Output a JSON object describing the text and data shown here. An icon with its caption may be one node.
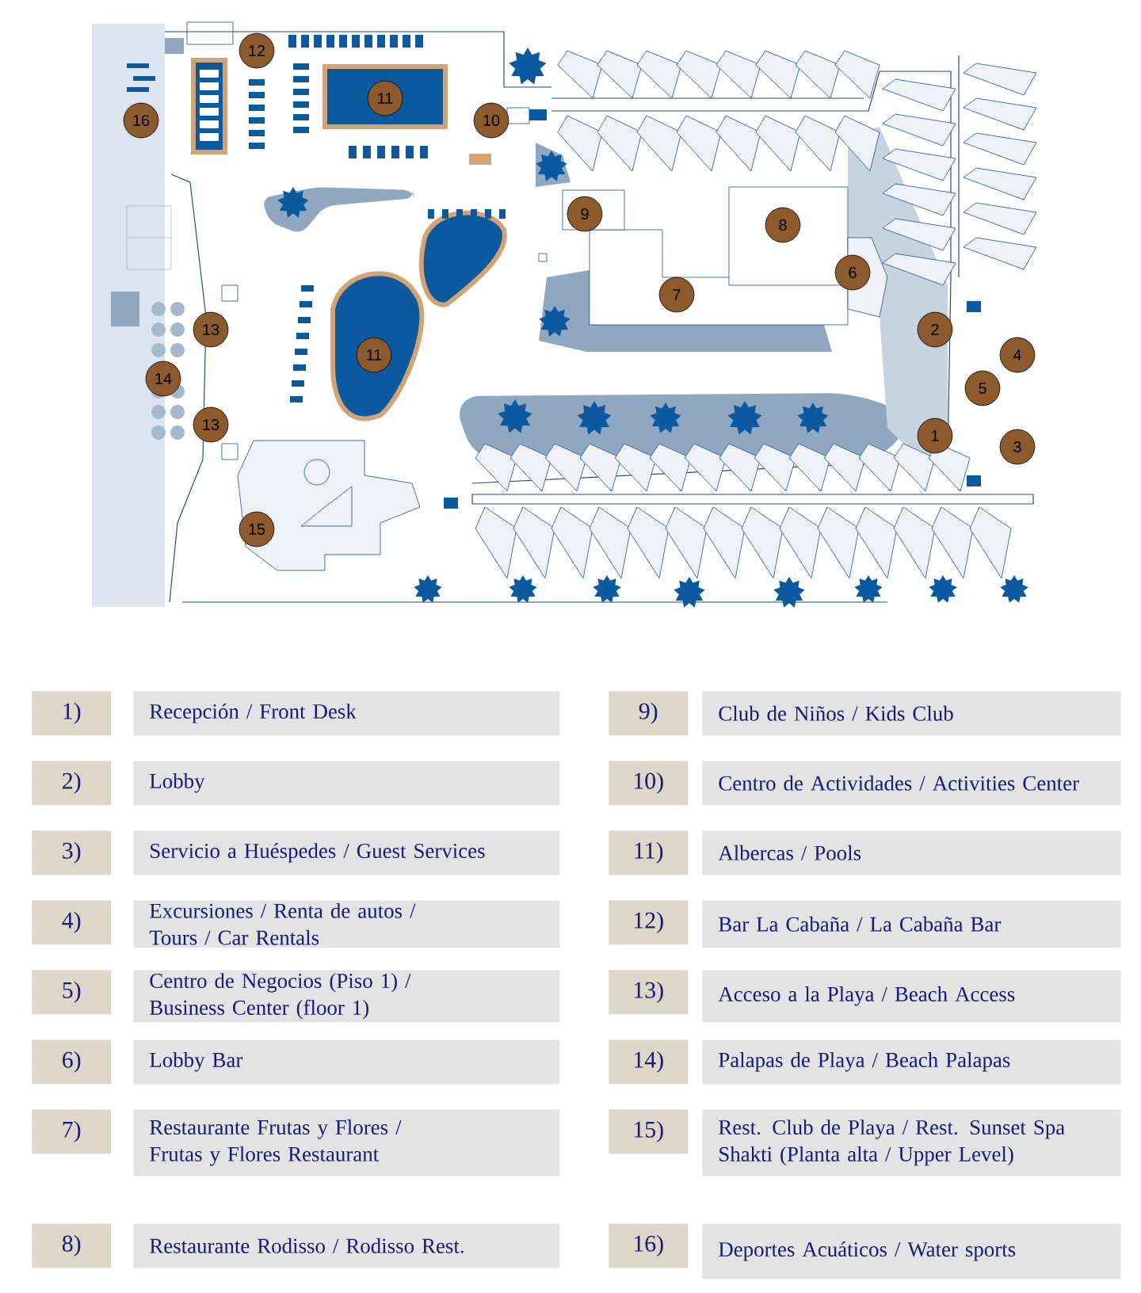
{
  "diagram": {
    "nodes": [
      {
        "text": [
          "12"
        ]
      },
      {
        "text": [
          "11"
        ]
      },
      {
        "text": [
          "16"
        ]
      },
      {
        "text": [
          "10"
        ]
      },
      {
        "text": [
          "9"
        ]
      },
      {
        "text": [
          "8"
        ]
      },
      {
        "text": [
          "6"
        ]
      },
      {
        "text": [
          "7"
        ]
      },
      {
        "text": [
          "13"
        ]
      },
      {
        "text": [
          "2"
        ]
      },
      {
        "text": [
          "11"
        ]
      },
      {
        "text": [
          "4"
        ]
      },
      {
        "text": [
          "14"
        ]
      },
      {
        "text": [
          "5"
        ]
      },
      {
        "text": [
          "13"
        ]
      },
      {
        "text": [
          "1"
        ]
      },
      {
        "text": [
          "3"
        ]
      },
      {
        "text": [
          "15"
        ]
      },
      {
        "text": [
          "1)"
        ]
      },
      {
        "text": [
          "Recepción / Front Desk"
        ]
      },
      {
        "text": [
          "9)"
        ]
      },
      {
        "text": [
          "Club de Niños / Kids Club"
        ]
      },
      {
        "text": [
          "2)"
        ]
      },
      {
        "text": [
          "Lobby"
        ]
      },
      {
        "text": [
          "10)"
        ]
      },
      {
        "text": [
          "Centro de Actividades / Activities Center"
        ]
      },
      {
        "text": [
          "3)"
        ]
      },
      {
        "text": [
          "Servicio a Huéspedes / Guest Services"
        ]
      },
      {
        "text": [
          "11)"
        ]
      },
      {
        "text": [
          "Albercas / Pools"
        ]
      },
      {
        "text": [
          "4)"
        ]
      },
      {
        "text": [
          "Excursiones / Renta de autos / Tours / Car Rentals"
        ]
      },
      {
        "text": [
          "12)"
        ]
      },
      {
        "text": [
          "Bar La Cabaña / La Cabaña Bar"
        ]
      },
      {
        "text": [
          "5)"
        ]
      },
      {
        "text": [
          "Centro de Negocios (Piso 1) / Business Center (floor 1)"
        ]
      },
      {
        "text": [
          "13)"
        ]
      },
      {
        "text": [
          "Acceso a la Playa / Beach Access"
        ]
      },
      {
        "text": [
          "6)"
        ]
      },
      {
        "text": [
          "Lobby Bar"
        ]
      },
      {
        "text": [
          "14)"
        ]
      },
      {
        "text": [
          "Palapas de Playa / Beach Palapas"
        ]
      },
      {
        "text": [
          "7)"
        ]
      },
      {
        "text": [
          "Restaurante Frutas y Flores / Frutas y Flores Restaurant"
        ]
      },
      {
        "text": [
          "15)"
        ]
      },
      {
        "text": [
          "Rest. Club de Playa / Rest. Sunset Spa Shakti (Planta alta / Upper Level)"
        ]
      },
      {
        "text": [
          "8)"
        ]
      },
      {
        "text": [
          "Restaurante Rodisso / Rodisso Rest."
        ]
      },
      {
        "text": [
          "16)"
        ]
      },
      {
        "text": [
          "Deportes Acuáticos / Water sports"
        ]
      }
    ]
  }
}
